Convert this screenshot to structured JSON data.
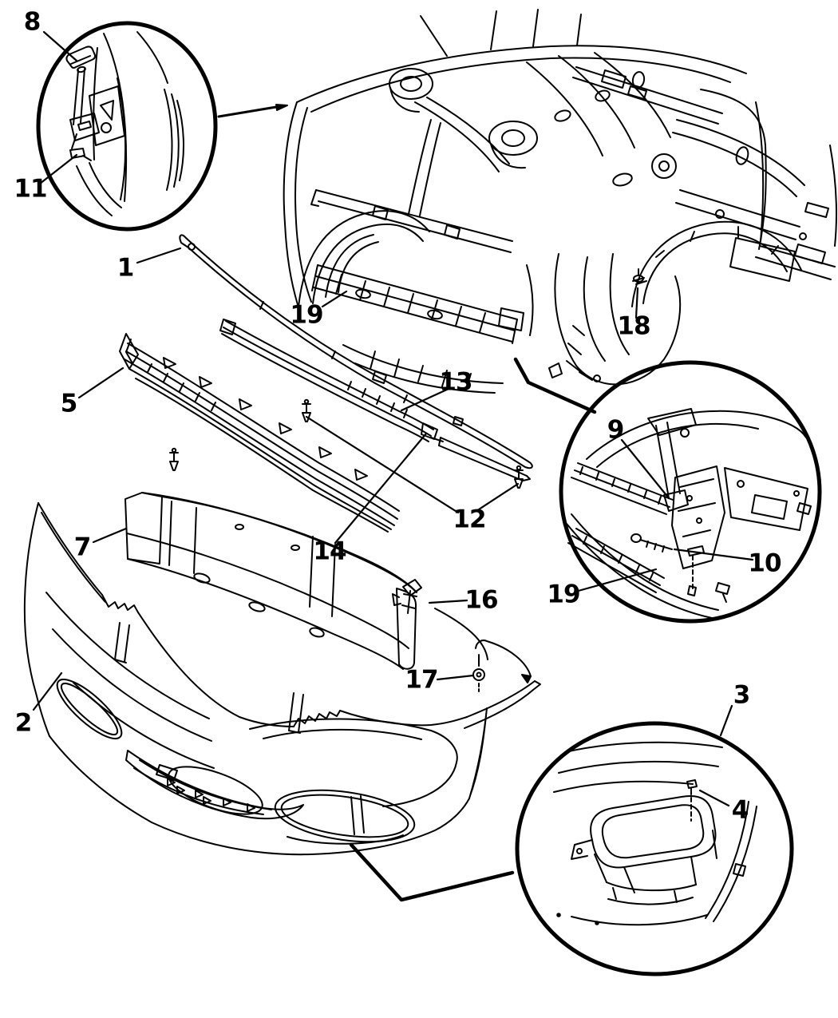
{
  "colors": {
    "line": "#000000",
    "background": "#ffffff"
  },
  "callouts": {
    "c1": {
      "label": "1"
    },
    "c2": {
      "label": "2"
    },
    "c3": {
      "label": "3"
    },
    "c4": {
      "label": "4"
    },
    "c5": {
      "label": "5"
    },
    "c7": {
      "label": "7"
    },
    "c8": {
      "label": "8"
    },
    "c9": {
      "label": "9"
    },
    "c10": {
      "label": "10"
    },
    "c11": {
      "label": "11"
    },
    "c12": {
      "label": "12"
    },
    "c13": {
      "label": "13"
    },
    "c14": {
      "label": "14"
    },
    "c16": {
      "label": "16"
    },
    "c17": {
      "label": "17"
    },
    "c18": {
      "label": "18"
    },
    "c19a": {
      "label": "19"
    },
    "c19b": {
      "label": "19"
    }
  }
}
